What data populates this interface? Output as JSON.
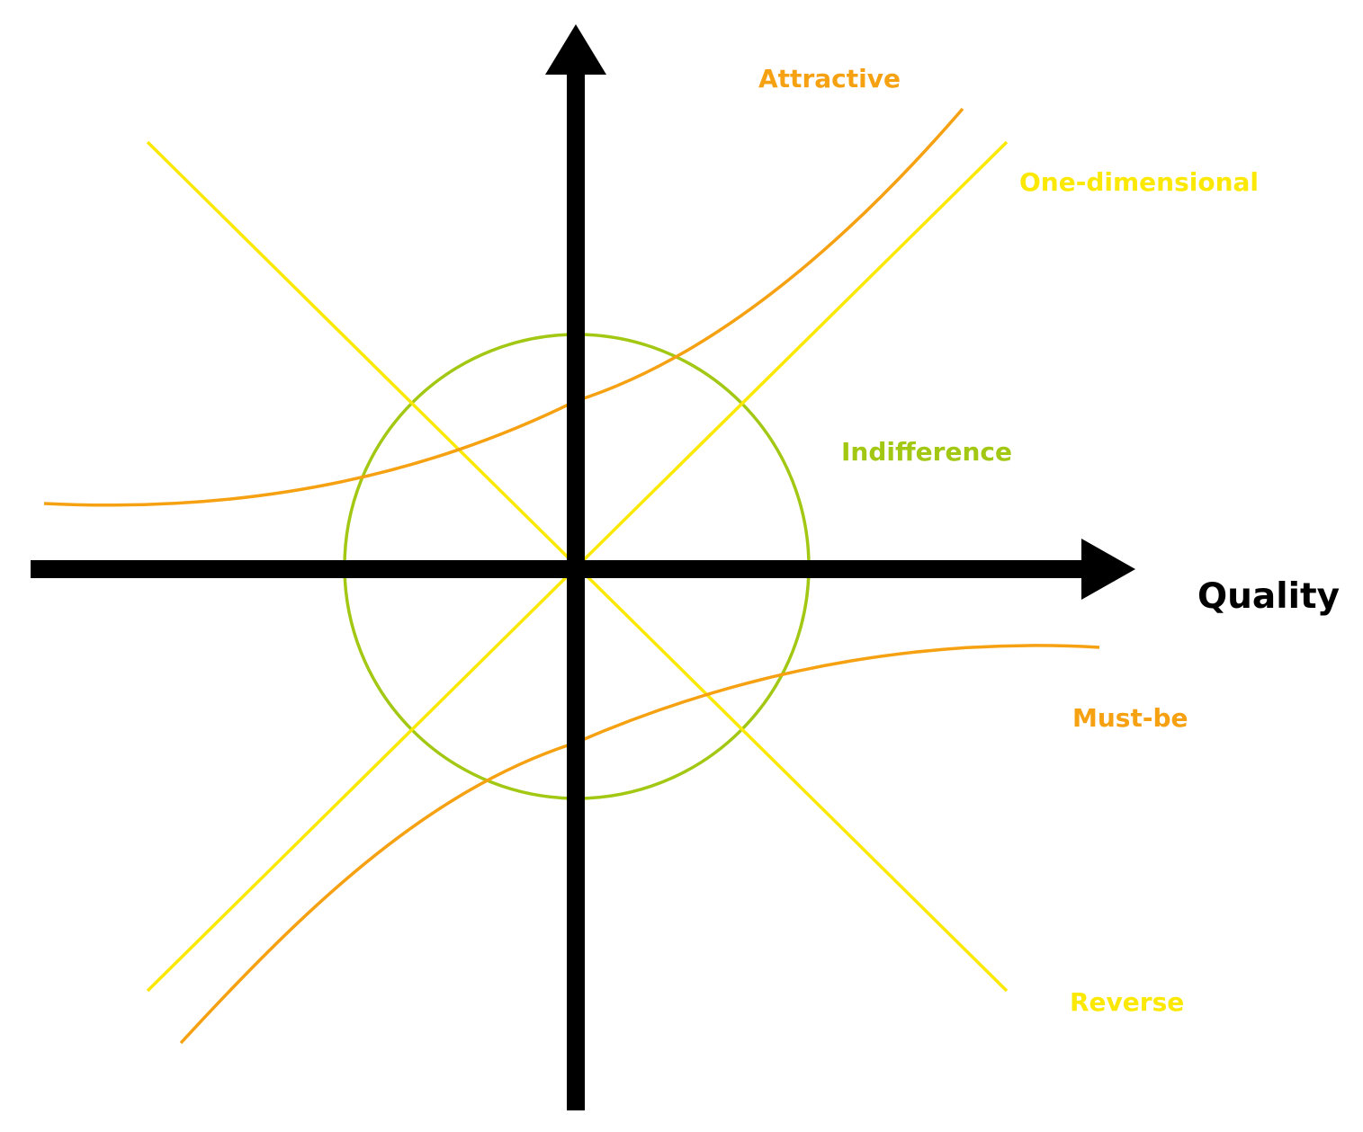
{
  "diagram": {
    "type": "kano-model",
    "axis": {
      "x_label": "Quality"
    },
    "curves": {
      "attractive": {
        "label": "Attractive",
        "color": "#f5a111"
      },
      "one_dimensional": {
        "label": "One-dimensional",
        "color": "#fbe905"
      },
      "indifference": {
        "label": "Indifference",
        "color": "#a2c814"
      },
      "must_be": {
        "label": "Must-be",
        "color": "#f5a111"
      },
      "reverse": {
        "label": "Reverse",
        "color": "#fbe905"
      }
    },
    "axis_color": "#000000"
  }
}
